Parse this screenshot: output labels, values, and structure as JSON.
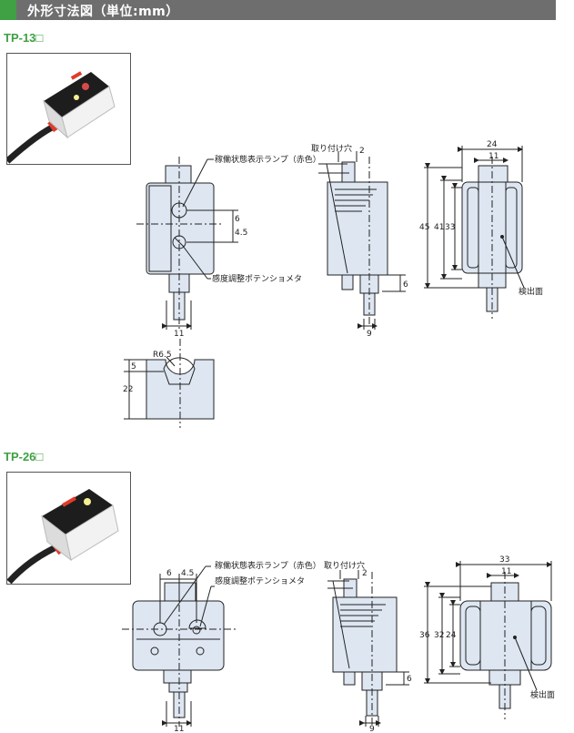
{
  "header": {
    "title": "外形寸法図（単位:mm）",
    "accent_color": "#3fa044",
    "bar_color": "#6e6e6e"
  },
  "models": [
    {
      "name": "TP-13□",
      "labels": {
        "lamp": "稼働状態表示ランプ（赤色）",
        "pot": "感度調整ポテンショメタ",
        "mount_hole": "取り付け穴",
        "detection_face": "検出面"
      },
      "dims": {
        "front_6": "6",
        "front_4_5": "4.5",
        "front_11": "11",
        "mount_2": "2",
        "side_6": "6",
        "side_9": "9",
        "width_24": "24",
        "width_11": "11",
        "h_45": "45",
        "h_41": "41",
        "h_33": "33",
        "cut_r": "R6.5",
        "cut_5": "5",
        "cut_22": "22"
      }
    },
    {
      "name": "TP-26□",
      "labels": {
        "lamp": "稼働状態表示ランプ（赤色）",
        "pot": "感度調整ポテンショメタ",
        "mount_hole": "取り付け穴",
        "detection_face": "検出面"
      },
      "dims": {
        "front_6": "6",
        "front_4_5": "4.5",
        "front_11": "11",
        "mount_2": "2",
        "side_6": "6",
        "side_9": "9",
        "width_33": "33",
        "width_11": "11",
        "h_36": "36",
        "h_32": "32",
        "h_24": "24"
      }
    }
  ]
}
